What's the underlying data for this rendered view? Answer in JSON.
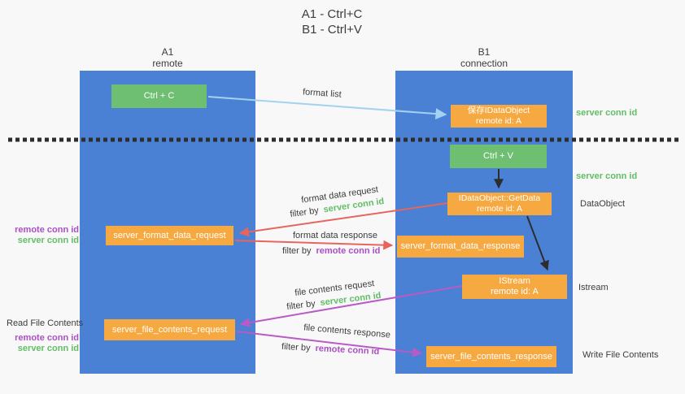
{
  "title": {
    "line1": "A1 - Ctrl+C",
    "line2": "B1 - Ctrl+V"
  },
  "lanes": {
    "left": {
      "name": "A1",
      "subtitle": "remote"
    },
    "right": {
      "name": "B1",
      "subtitle": "connection"
    }
  },
  "nodes": {
    "ctrl_c": {
      "label": "Ctrl + C"
    },
    "ctrl_v": {
      "label": "Ctrl + V"
    },
    "save_dataobject": {
      "line1": "保存IDataObject",
      "line2": "remote id: A"
    },
    "getdata": {
      "line1": "IDataObject::GetData",
      "line2": "remote id: A"
    },
    "istream": {
      "line1": "IStream",
      "line2": "remote id: A"
    },
    "server_format_data_request": {
      "label": "server_format_data_request"
    },
    "server_format_data_response": {
      "label": "server_format_data_response"
    },
    "server_file_contents_request": {
      "label": "server_file_contents_request"
    },
    "server_file_contents_response": {
      "label": "server_file_contents_response"
    }
  },
  "edge_labels": {
    "format_list": "format list",
    "format_data_request": "format data request",
    "format_data_response": "format data response",
    "file_contents_request": "file contents request",
    "file_contents_response": "file contents response",
    "filter_by": "filter by",
    "server_conn_id": "server conn id",
    "remote_conn_id": "remote conn id"
  },
  "side_labels": {
    "server_conn_id_top": "server conn id",
    "server_conn_id_mid": "server conn id",
    "dataobject": "DataObject",
    "istream": "Istream",
    "read_file_contents": "Read File Contents",
    "write_file_contents": "Write File Contents",
    "remote_conn_id": "remote conn id",
    "server_conn_id": "server conn id"
  },
  "colors": {
    "lane_fill": "#4a81d4",
    "green_box": "#6fbf73",
    "orange_box": "#f7a941",
    "arrow_blue": "#a3d2f0",
    "arrow_red": "#e8655c",
    "arrow_purple": "#b95ac6",
    "arrow_black": "#2d2d2d",
    "text_green": "#62bd66",
    "text_purple": "#ab4fc5",
    "text_dark": "#3c3c3c",
    "background": "#f8f8f8"
  }
}
